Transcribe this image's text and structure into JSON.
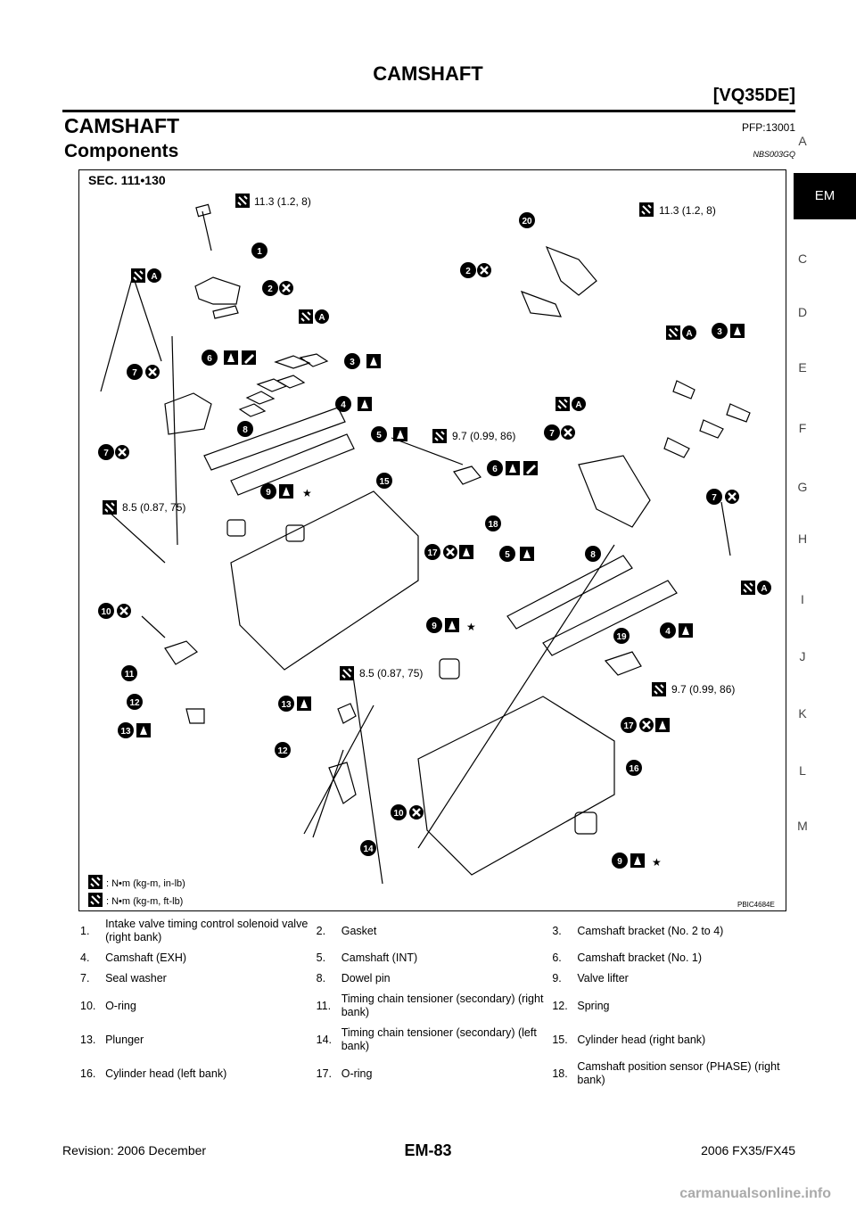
{
  "header": {
    "title": "CAMSHAFT",
    "model_tag": "[VQ35DE]",
    "section_title": "CAMSHAFT",
    "pfp_code": "PFP:13001",
    "subsection_title": "Components",
    "nbs_code": "NBS003GQ"
  },
  "side_index": [
    "A",
    "EM",
    "C",
    "D",
    "E",
    "F",
    "G",
    "H",
    "I",
    "J",
    "K",
    "L",
    "M"
  ],
  "side_index_active": "EM",
  "figure": {
    "sec_label": "SEC. 111•130",
    "torque_11_3": "11.3 (1.2, 8)",
    "torque_9_7": "9.7 (0.99, 86)",
    "torque_8_5": "8.5 (0.87, 75)",
    "legend_nm_inlb": ": N•m (kg-m, in-lb)",
    "legend_nm_ftlb": ": N•m (kg-m, ft-lb)",
    "code": "PBIC4684E",
    "callouts": [
      "1",
      "2",
      "3",
      "4",
      "5",
      "6",
      "7",
      "8",
      "9",
      "10",
      "11",
      "12",
      "13",
      "14",
      "15",
      "16",
      "17",
      "18",
      "19",
      "20"
    ],
    "letter_a": "A",
    "star": "★"
  },
  "legend_rows": [
    [
      [
        "1.",
        "Intake valve timing control solenoid valve (right bank)"
      ],
      [
        "2.",
        "Gasket"
      ],
      [
        "3.",
        "Camshaft bracket (No. 2 to 4)"
      ]
    ],
    [
      [
        "4.",
        "Camshaft (EXH)"
      ],
      [
        "5.",
        "Camshaft (INT)"
      ],
      [
        "6.",
        "Camshaft bracket (No. 1)"
      ]
    ],
    [
      [
        "7.",
        "Seal washer"
      ],
      [
        "8.",
        "Dowel pin"
      ],
      [
        "9.",
        "Valve lifter"
      ]
    ],
    [
      [
        "10.",
        "O-ring"
      ],
      [
        "11.",
        "Timing chain tensioner (secondary) (right bank)"
      ],
      [
        "12.",
        "Spring"
      ]
    ],
    [
      [
        "13.",
        "Plunger"
      ],
      [
        "14.",
        "Timing chain tensioner (secondary) (left bank)"
      ],
      [
        "15.",
        "Cylinder head (right bank)"
      ]
    ],
    [
      [
        "16.",
        "Cylinder head (left bank)"
      ],
      [
        "17.",
        "O-ring"
      ],
      [
        "18.",
        "Camshaft position sensor (PHASE) (right bank)"
      ]
    ]
  ],
  "footer": {
    "revision": "Revision: 2006 December",
    "page": "EM-83",
    "model": "2006 FX35/FX45",
    "watermark": "carmanualsonline.info"
  }
}
